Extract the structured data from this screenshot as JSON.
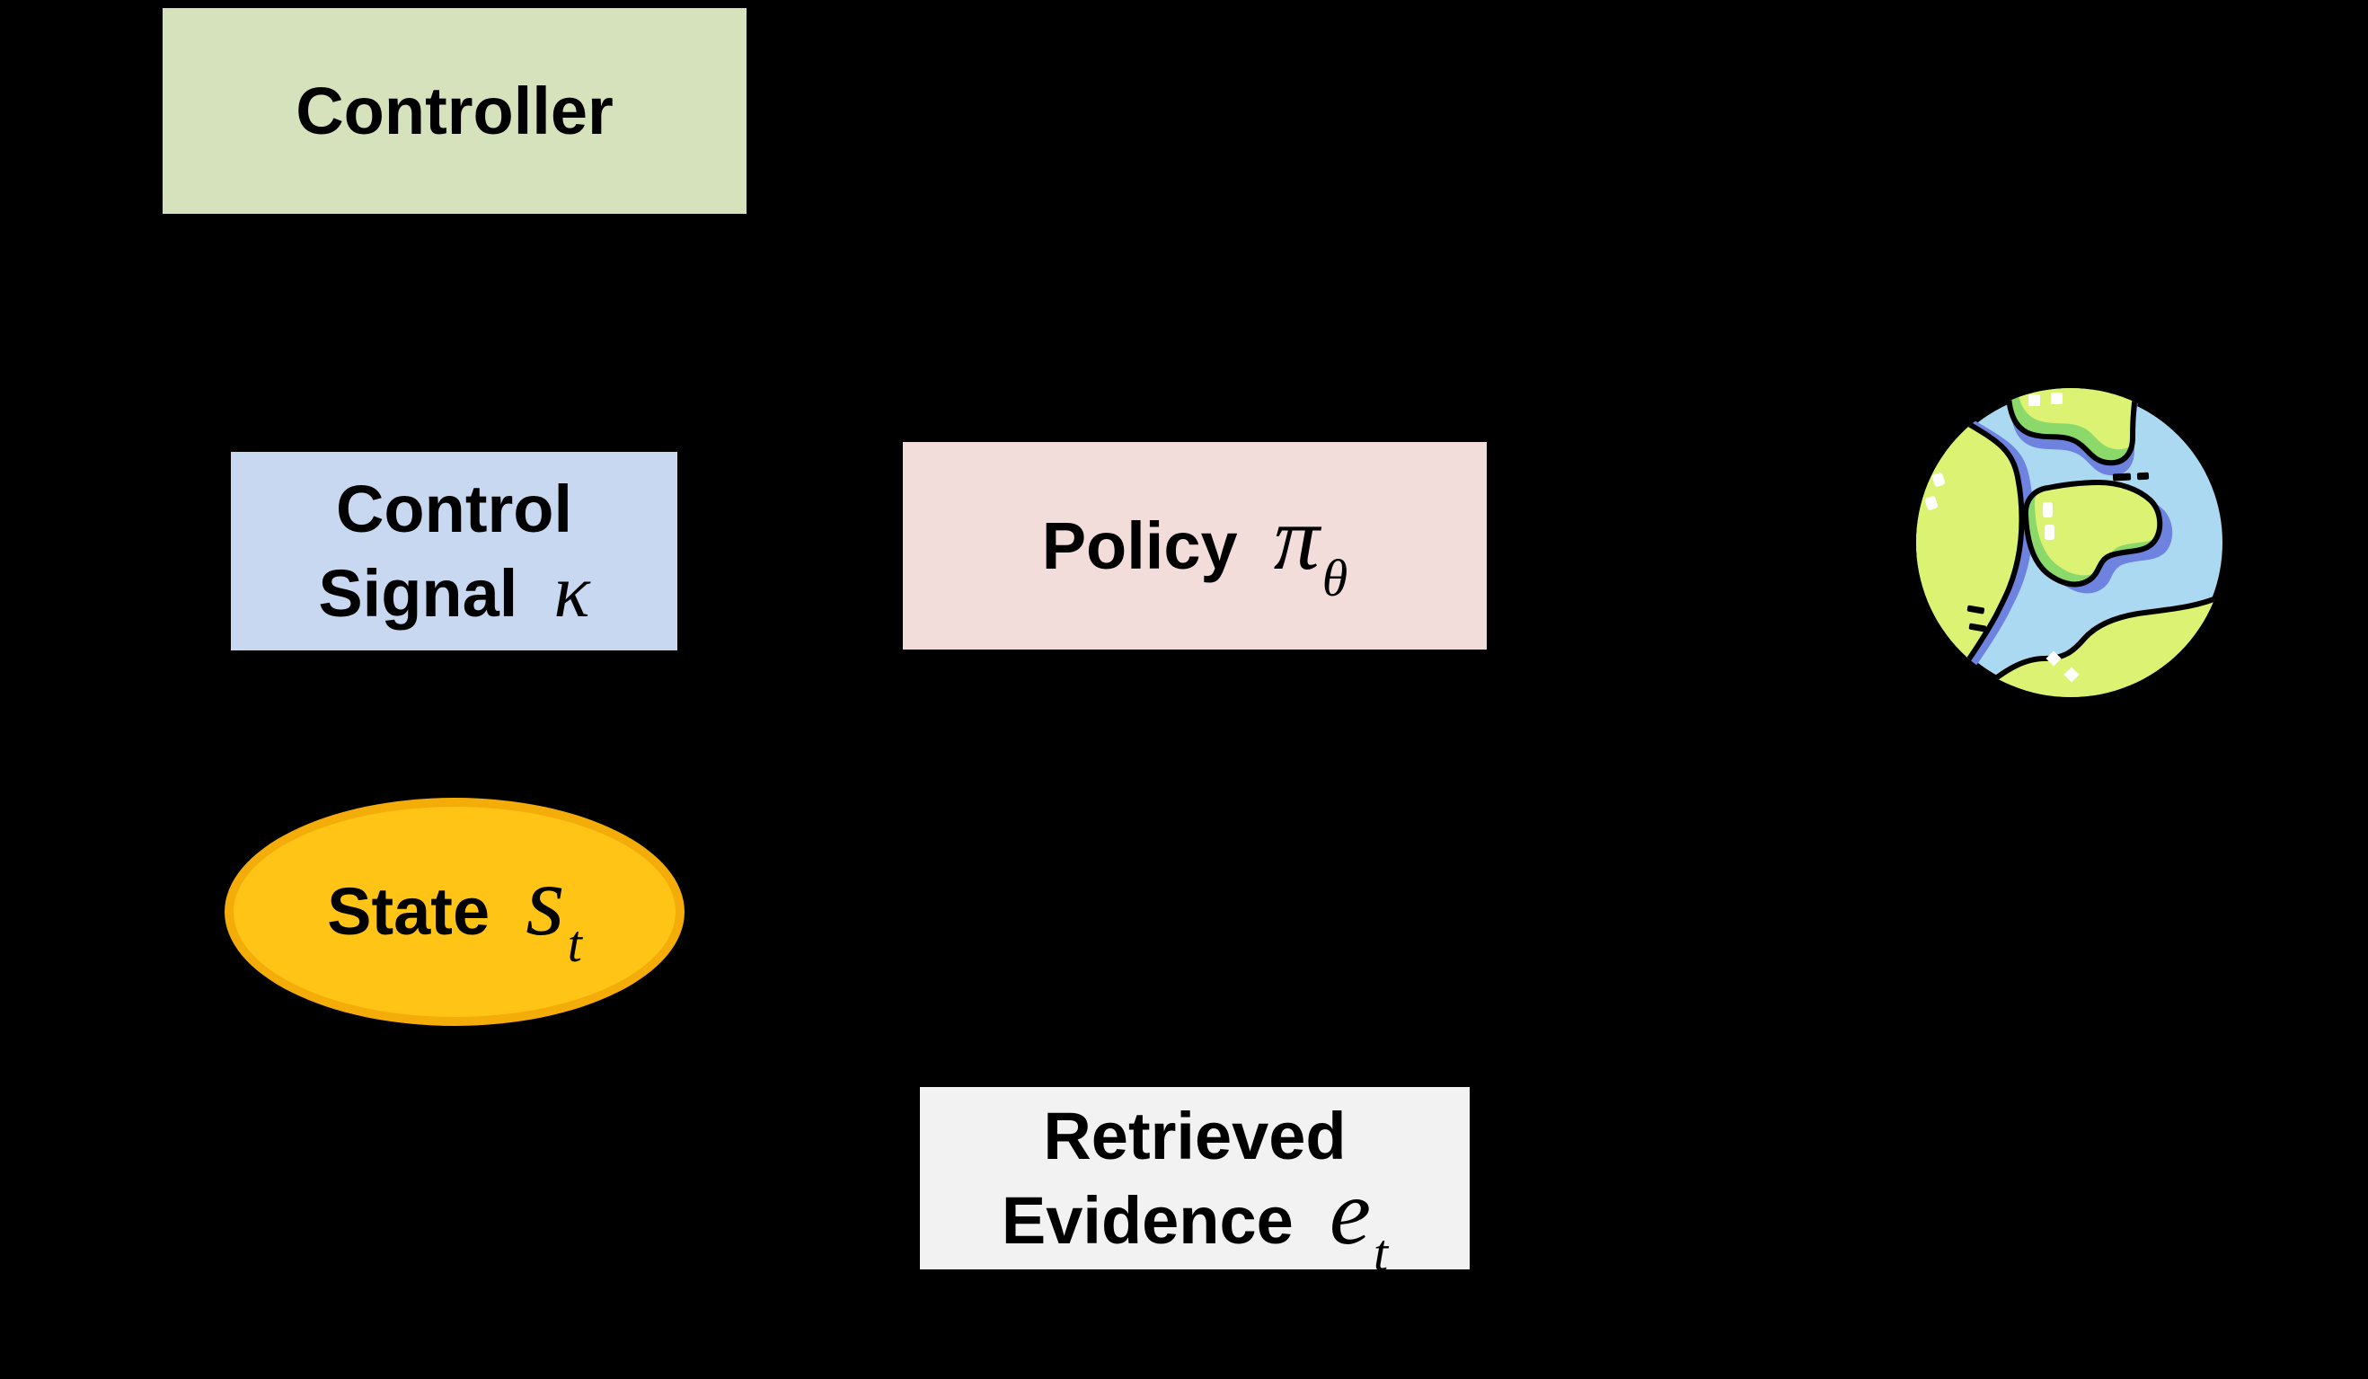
{
  "diagram": {
    "background_color": "#000000",
    "nodes": {
      "controller": {
        "label": "Controller",
        "fill": "#D6E2BC",
        "shape": "rectangle"
      },
      "control_signal": {
        "line1": "Control",
        "line2": "Signal",
        "symbol": "κ",
        "fill": "#C7D8F0",
        "shape": "rectangle"
      },
      "policy": {
        "label": "Policy",
        "symbol": "π",
        "symbol_sub": "θ",
        "fill": "#F2DDDB",
        "shape": "rectangle"
      },
      "state": {
        "label": "State",
        "symbol": "s",
        "symbol_sub": "t",
        "fill": "#FFC415",
        "border": "#F4AC08",
        "shape": "ellipse"
      },
      "retrieved_evidence": {
        "line1": "Retrieved",
        "line2": "Evidence",
        "symbol": "e",
        "symbol_sub": "t",
        "fill": "#F2F2F2",
        "shape": "rectangle"
      }
    },
    "globe_icon": {
      "name": "earth-globe-icon",
      "colors": {
        "ocean": "#ABD9F2",
        "land": "#DCF272",
        "land_accent_green": "#8BD96B",
        "coast_shadow_blue": "#6E82E0",
        "speck_white": "#FFFFFF",
        "outline": "#000000"
      }
    },
    "arrows": {
      "color": "#000000"
    }
  }
}
